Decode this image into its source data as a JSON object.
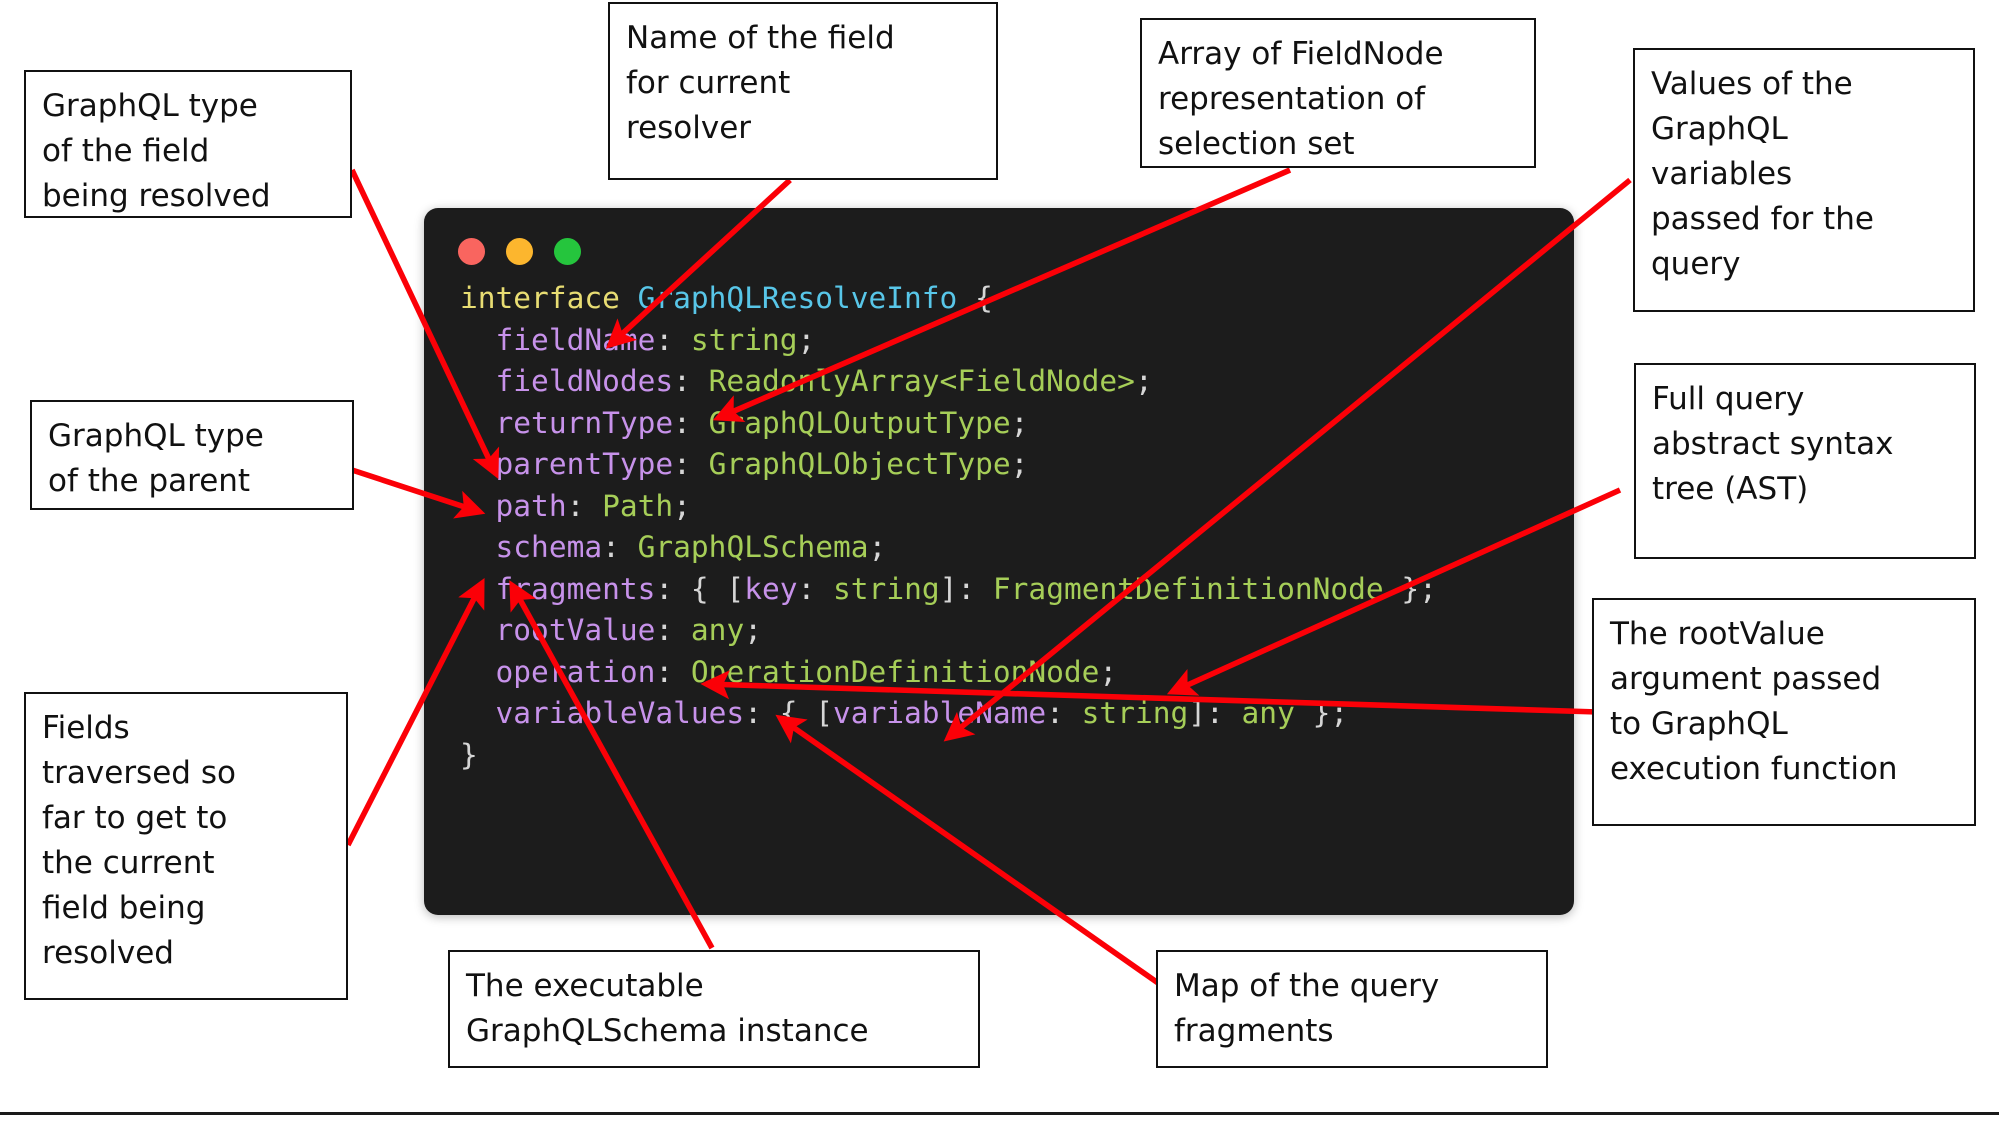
{
  "window": {
    "background": "#1c1c1c",
    "traffic_lights": [
      {
        "name": "close",
        "color": "#f9655f"
      },
      {
        "name": "minimize",
        "color": "#fcb62e"
      },
      {
        "name": "maximize",
        "color": "#25c53d"
      }
    ]
  },
  "code": {
    "language": "typescript",
    "colors": {
      "keyword": "#e8dd73",
      "typename": "#58c6e8",
      "property": "#c792ea",
      "type": "#a6ce58",
      "punctuation": "#d6d6d6"
    },
    "plain_text": "interface GraphQLResolveInfo {\n  fieldName: string;\n  fieldNodes: ReadonlyArray<FieldNode>;\n  returnType: GraphQLOutputType;\n  parentType: GraphQLObjectType;\n  path: Path;\n  schema: GraphQLSchema;\n  fragments: { [key: string]: FragmentDefinitionNode };\n  rootValue: any;\n  operation: OperationDefinitionNode;\n  variableValues: { [variableName: string]: any };\n}",
    "lines": [
      [
        {
          "t": "interface ",
          "c": "keyword"
        },
        {
          "t": "GraphQLResolveInfo",
          "c": "typename"
        },
        {
          "t": " {",
          "c": "punctuation"
        }
      ],
      [
        {
          "t": "  ",
          "c": "punctuation"
        },
        {
          "t": "fieldName",
          "c": "property"
        },
        {
          "t": ": ",
          "c": "punctuation"
        },
        {
          "t": "string",
          "c": "type"
        },
        {
          "t": ";",
          "c": "punctuation"
        }
      ],
      [
        {
          "t": "  ",
          "c": "punctuation"
        },
        {
          "t": "fieldNodes",
          "c": "property"
        },
        {
          "t": ": ",
          "c": "punctuation"
        },
        {
          "t": "ReadonlyArray<FieldNode>",
          "c": "type"
        },
        {
          "t": ";",
          "c": "punctuation"
        }
      ],
      [
        {
          "t": "  ",
          "c": "punctuation"
        },
        {
          "t": "returnType",
          "c": "property"
        },
        {
          "t": ": ",
          "c": "punctuation"
        },
        {
          "t": "GraphQLOutputType",
          "c": "type"
        },
        {
          "t": ";",
          "c": "punctuation"
        }
      ],
      [
        {
          "t": "  ",
          "c": "punctuation"
        },
        {
          "t": "parentType",
          "c": "property"
        },
        {
          "t": ": ",
          "c": "punctuation"
        },
        {
          "t": "GraphQLObjectType",
          "c": "type"
        },
        {
          "t": ";",
          "c": "punctuation"
        }
      ],
      [
        {
          "t": "  ",
          "c": "punctuation"
        },
        {
          "t": "path",
          "c": "property"
        },
        {
          "t": ": ",
          "c": "punctuation"
        },
        {
          "t": "Path",
          "c": "type"
        },
        {
          "t": ";",
          "c": "punctuation"
        }
      ],
      [
        {
          "t": "  ",
          "c": "punctuation"
        },
        {
          "t": "schema",
          "c": "property"
        },
        {
          "t": ": ",
          "c": "punctuation"
        },
        {
          "t": "GraphQLSchema",
          "c": "type"
        },
        {
          "t": ";",
          "c": "punctuation"
        }
      ],
      [
        {
          "t": "  ",
          "c": "punctuation"
        },
        {
          "t": "fragments",
          "c": "property"
        },
        {
          "t": ": { [",
          "c": "punctuation"
        },
        {
          "t": "key",
          "c": "property"
        },
        {
          "t": ": ",
          "c": "punctuation"
        },
        {
          "t": "string",
          "c": "type"
        },
        {
          "t": "]: ",
          "c": "punctuation"
        },
        {
          "t": "FragmentDefinitionNode",
          "c": "type"
        },
        {
          "t": " };",
          "c": "punctuation"
        }
      ],
      [
        {
          "t": "  ",
          "c": "punctuation"
        },
        {
          "t": "rootValue",
          "c": "property"
        },
        {
          "t": ": ",
          "c": "punctuation"
        },
        {
          "t": "any",
          "c": "type"
        },
        {
          "t": ";",
          "c": "punctuation"
        }
      ],
      [
        {
          "t": "  ",
          "c": "punctuation"
        },
        {
          "t": "operation",
          "c": "property"
        },
        {
          "t": ": ",
          "c": "punctuation"
        },
        {
          "t": "OperationDefinitionNode",
          "c": "type"
        },
        {
          "t": ";",
          "c": "punctuation"
        }
      ],
      [
        {
          "t": "  ",
          "c": "punctuation"
        },
        {
          "t": "variableValues",
          "c": "property"
        },
        {
          "t": ": { [",
          "c": "punctuation"
        },
        {
          "t": "variableName",
          "c": "property"
        },
        {
          "t": ": ",
          "c": "punctuation"
        },
        {
          "t": "string",
          "c": "type"
        },
        {
          "t": "]: ",
          "c": "punctuation"
        },
        {
          "t": "any",
          "c": "type"
        },
        {
          "t": " };",
          "c": "punctuation"
        }
      ],
      [
        {
          "t": "}",
          "c": "punctuation"
        }
      ]
    ]
  },
  "annotations": {
    "arrow_color": "#fb0007",
    "items": [
      {
        "id": "return-type",
        "text": "GraphQL type\nof the field\nbeing resolved",
        "target_field": "returnType"
      },
      {
        "id": "field-name",
        "text": "Name of the field\nfor current\nresolver",
        "target_field": "fieldName"
      },
      {
        "id": "field-nodes",
        "text": "Array of FieldNode\nrepresentation of\nselection set",
        "target_field": "fieldNodes"
      },
      {
        "id": "variable-values",
        "text": "Values of the\nGraphQL\nvariables\npassed for the\nquery",
        "target_field": "variableValues"
      },
      {
        "id": "parent-type",
        "text": "GraphQL type\nof the parent",
        "target_field": "parentType"
      },
      {
        "id": "operation",
        "text": "Full query\nabstract syntax\ntree (AST)",
        "target_field": "operation"
      },
      {
        "id": "root-value",
        "text": "The rootValue\nargument passed\nto GraphQL\nexecution function",
        "target_field": "rootValue"
      },
      {
        "id": "path",
        "text": "Fields\ntraversed so\nfar to get to\nthe current\nfield being\nresolved",
        "target_field": "path"
      },
      {
        "id": "schema",
        "text": "The executable\nGraphQLSchema instance",
        "target_field": "schema"
      },
      {
        "id": "fragments",
        "text": "Map of the query\nfragments",
        "target_field": "fragments"
      }
    ]
  }
}
